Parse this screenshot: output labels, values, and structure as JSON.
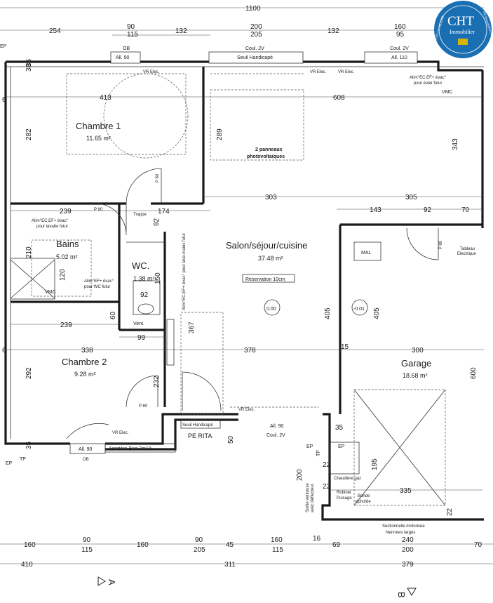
{
  "logo": {
    "brand": "CHT",
    "subtitle": "Immobilier",
    "ring_text": "PLEIN LE GRAND",
    "url": "cht-immobilier.com",
    "color": "#1a6fb3",
    "accent": "#d8b400"
  },
  "top_dims": {
    "total": "1100",
    "row": [
      "254",
      "90",
      "115",
      "132",
      "200",
      "205",
      "132",
      "160",
      "95"
    ]
  },
  "windows_top": {
    "ob": "OB",
    "all90": "All. 90",
    "coul": "Coul. 2V",
    "seuil": "Seuil Handicapé",
    "coul2": "Coul. 2V",
    "all110": "All. 110"
  },
  "rooms": {
    "chambre1": {
      "name": "Chambre 1",
      "area": "11.65 m²"
    },
    "salon": {
      "name": "Salon/séjour/cuisine",
      "area": "37.48 m²"
    },
    "bains": {
      "name": "Bains",
      "area": "5.02 m²"
    },
    "wc": {
      "name": "WC.",
      "area": "1.38 m²"
    },
    "chambre2": {
      "name": "Chambre 2",
      "area": "9.28 m²"
    },
    "garage": {
      "name": "Garage",
      "area": "18.68 m²"
    }
  },
  "labels": {
    "panneaux1": "2 panneaux",
    "panneaux2": "photovoltaïques",
    "reservation": "Réservation 10cm",
    "vmc1": "VMC",
    "vmc2": "VMC",
    "vr_elec_top1": "VR Elec.",
    "vr_elec_top2": "VR Elec.",
    "vr_elec_top3": "VR Elec.",
    "vr_elec_bottom1": "VR Elec.",
    "vr_elec_bottom2": "VR Elec.",
    "alim_top1": "Alim°EC,EF+ évac°",
    "alim_top2": "pour évier futur",
    "alim_lav1": "Alim°EC,EF+ évac°",
    "alim_lav2": "pour lavabo futur",
    "alim_wc1": "Alim°EF+ évac°",
    "alim_wc2": "pour WC futur",
    "alim_lm": "Alim°EC,EF+ évac° pour lave-mains futur",
    "trappe": "Trappe",
    "vent": "Vent.",
    "mal": "MAL",
    "tableau1": "Tableau",
    "tableau2": "Electrique",
    "p80_a": "P 80",
    "p80_b": "P 80",
    "p80_c": "P 80",
    "p80_d": "P 80",
    "level1": "0.00",
    "level2": "-0.01",
    "seuil_bottom": "Seuil Handicapé",
    "pe_rita": "PE RITA",
    "all90_b": "All. 90",
    "coul2v_b": "Coul. 2V",
    "all90_c": "All. 90",
    "ob_b": "OB",
    "acrotere": "Acrotère Brut 3m10",
    "ep1": "EP",
    "tp1": "TP",
    "ep2": "EP",
    "ep3": "EP",
    "tp2": "TP",
    "ep_top": "EP",
    "chaudiere": "Chaudière gaz",
    "robinet1": "Robinet",
    "robinet2": "Puisage",
    "bonde1": "Bonde",
    "bonde2": "siphoïde",
    "sortie1": "Sortie ventouse",
    "sortie2": "avec déflecteur",
    "sectionnelle1": "Sectionnelle motorisée",
    "sectionnelle2": "Nervures larges",
    "axis_a": "A",
    "axis_b": "B"
  },
  "dims": {
    "d413": "413",
    "d608": "608",
    "d282": "282",
    "d289": "289",
    "d343": "343",
    "d303": "303",
    "d305": "305",
    "d239a": "239",
    "d174": "174",
    "d143": "143",
    "d92a": "92",
    "d70a": "70",
    "d92b": "92",
    "d210": "210",
    "d120": "120",
    "d150": "150",
    "d92c": "92",
    "d60": "60",
    "d239b": "239",
    "d99": "99",
    "d405a": "405",
    "d405b": "405",
    "d367": "367",
    "d338": "338",
    "d378": "378",
    "d15": "15",
    "d300": "300",
    "d292": "292",
    "d232": "232",
    "d600": "600",
    "d35a": "35",
    "d35b": "35",
    "d50": "50",
    "d195": "195",
    "d200": "200",
    "d22a": "22",
    "d22b": "22",
    "d335": "335",
    "d22c": "22",
    "d36": "36",
    "d6a": "6",
    "d6b": "6",
    "d38": "38"
  },
  "bottom_dims": {
    "row1": [
      "160",
      "90",
      "115",
      "160",
      "90",
      "205",
      "45",
      "160",
      "115",
      "16",
      "69",
      "240",
      "200",
      "70"
    ],
    "row2": [
      "410",
      "311",
      "379"
    ]
  }
}
